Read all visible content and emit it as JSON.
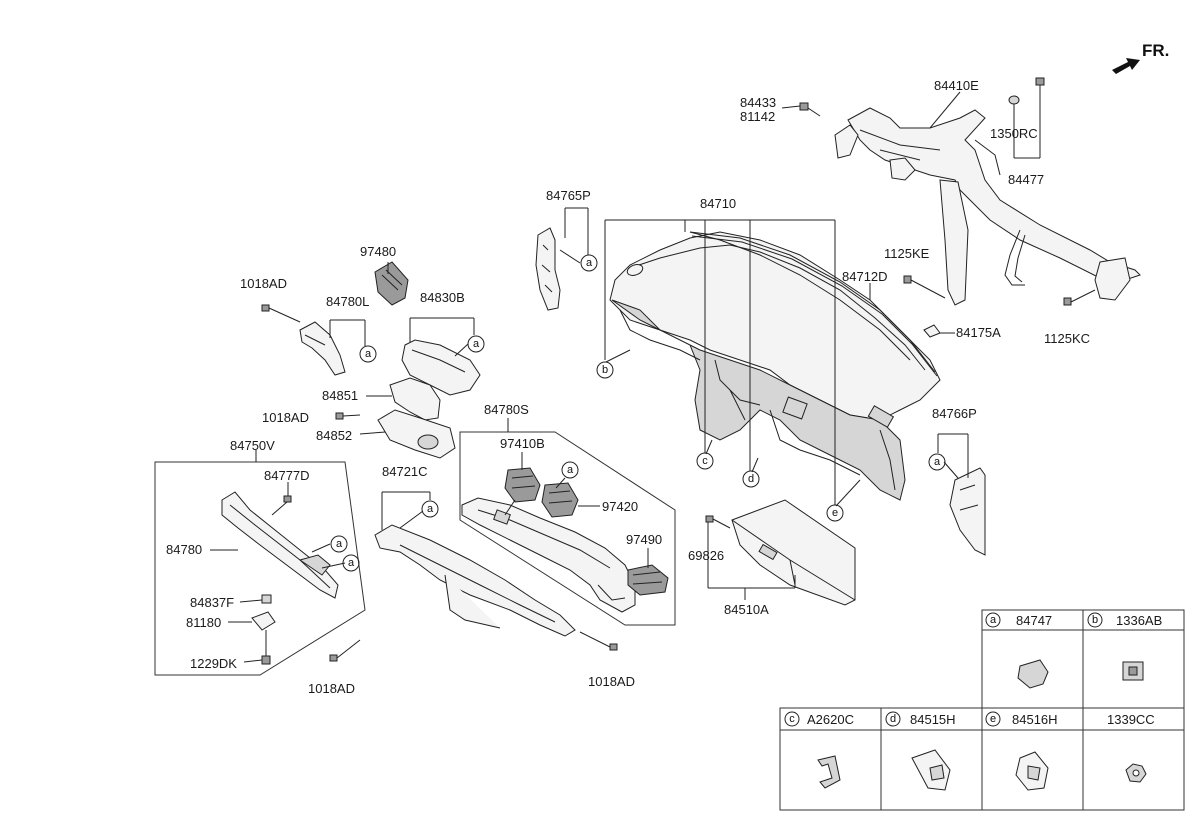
{
  "direction_label": "FR.",
  "labels": {
    "l84433": "84433",
    "l81142": "81142",
    "l84410E": "84410E",
    "l1350RC": "1350RC",
    "l84477": "84477",
    "l84765P": "84765P",
    "l84710": "84710",
    "l97480": "97480",
    "l1018AD_a": "1018AD",
    "l84780L": "84780L",
    "l84830B": "84830B",
    "l1125KE": "1125KE",
    "l84712D": "84712D",
    "l84175A": "84175A",
    "l1125KC": "1125KC",
    "l84851": "84851",
    "l1018AD_b": "1018AD",
    "l84852": "84852",
    "l84780S": "84780S",
    "l84750V": "84750V",
    "l84766P": "84766P",
    "l97410B": "97410B",
    "l84721C": "84721C",
    "l84777D": "84777D",
    "l97420": "97420",
    "l84780": "84780",
    "l97490": "97490",
    "l69826": "69826",
    "l84837F": "84837F",
    "l84510A": "84510A",
    "l81180": "81180",
    "l1229DK": "1229DK",
    "l1018AD_c": "1018AD",
    "l1018AD_d": "1018AD"
  },
  "refs": {
    "a": "a",
    "b": "b",
    "c": "c",
    "d": "d",
    "e": "e"
  },
  "legend": {
    "a_code": "84747",
    "b_code": "1336AB",
    "c_code": "A2620C",
    "d_code": "84515H",
    "e_code": "84516H",
    "plain_code": "1339CC"
  }
}
